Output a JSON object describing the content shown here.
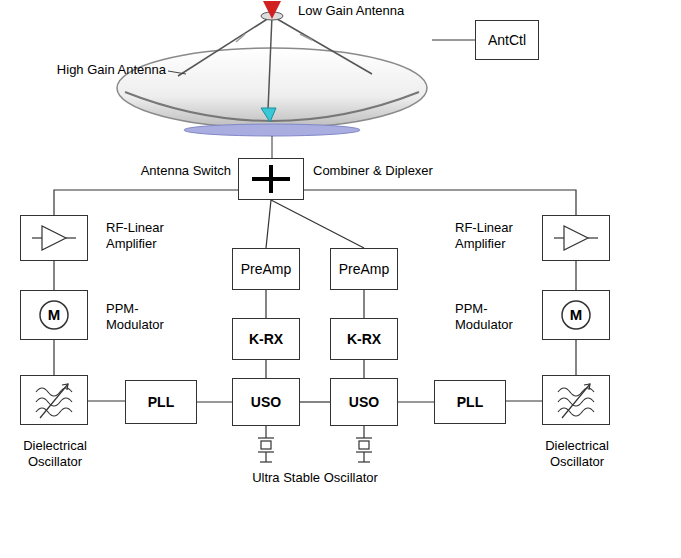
{
  "diagram": {
    "nodes": [
      {
        "text": [
          "AntCtl"
        ]
      },
      {
        "text": [
          "Antenna Switch",
          "Combiner & Diplexer"
        ]
      },
      {
        "text": [
          "RF-Linear Amplifier"
        ]
      },
      {
        "text": [
          "PreAmp"
        ]
      },
      {
        "text": [
          "PreAmp"
        ]
      },
      {
        "text": [
          "RF-Linear Amplifier"
        ]
      },
      {
        "text": [
          "M",
          "PPM- Modulator"
        ]
      },
      {
        "text": [
          "K-RX"
        ]
      },
      {
        "text": [
          "K-RX"
        ]
      },
      {
        "text": [
          "M",
          "PPM- Modulator"
        ]
      },
      {
        "text": [
          "Dielectrical Oscillator"
        ]
      },
      {
        "text": [
          "PLL"
        ]
      },
      {
        "text": [
          "USO"
        ]
      },
      {
        "text": [
          "USO"
        ]
      },
      {
        "text": [
          "PLL"
        ]
      },
      {
        "text": [
          "Dielectrical Oscillator"
        ]
      }
    ],
    "edges": [
      {
        "from": 1,
        "to": 2,
        "arrow": "none"
      },
      {
        "from": 1,
        "to": 3,
        "arrow": "none"
      },
      {
        "from": 1,
        "to": 4,
        "arrow": "none"
      },
      {
        "from": 1,
        "to": 5,
        "arrow": "none"
      },
      {
        "from": 2,
        "to": 6,
        "arrow": "none"
      },
      {
        "from": 6,
        "to": 10,
        "arrow": "none"
      },
      {
        "from": 3,
        "to": 7,
        "arrow": "none"
      },
      {
        "from": 7,
        "to": 12,
        "arrow": "none"
      },
      {
        "from": 4,
        "to": 8,
        "arrow": "none"
      },
      {
        "from": 8,
        "to": 13,
        "arrow": "none"
      },
      {
        "from": 5,
        "to": 9,
        "arrow": "none"
      },
      {
        "from": 9,
        "to": 15,
        "arrow": "none"
      },
      {
        "from": 10,
        "to": 11,
        "arrow": "none"
      },
      {
        "from": 11,
        "to": 12,
        "arrow": "none"
      },
      {
        "from": 12,
        "to": 13,
        "arrow": "none"
      },
      {
        "from": 13,
        "to": 14,
        "arrow": "none"
      },
      {
        "from": 14,
        "to": 15,
        "arrow": "none"
      }
    ],
    "labels": [
      "Low Gain Antenna",
      "High Gain Antenna",
      "Ultra Stable Oscillator"
    ]
  }
}
